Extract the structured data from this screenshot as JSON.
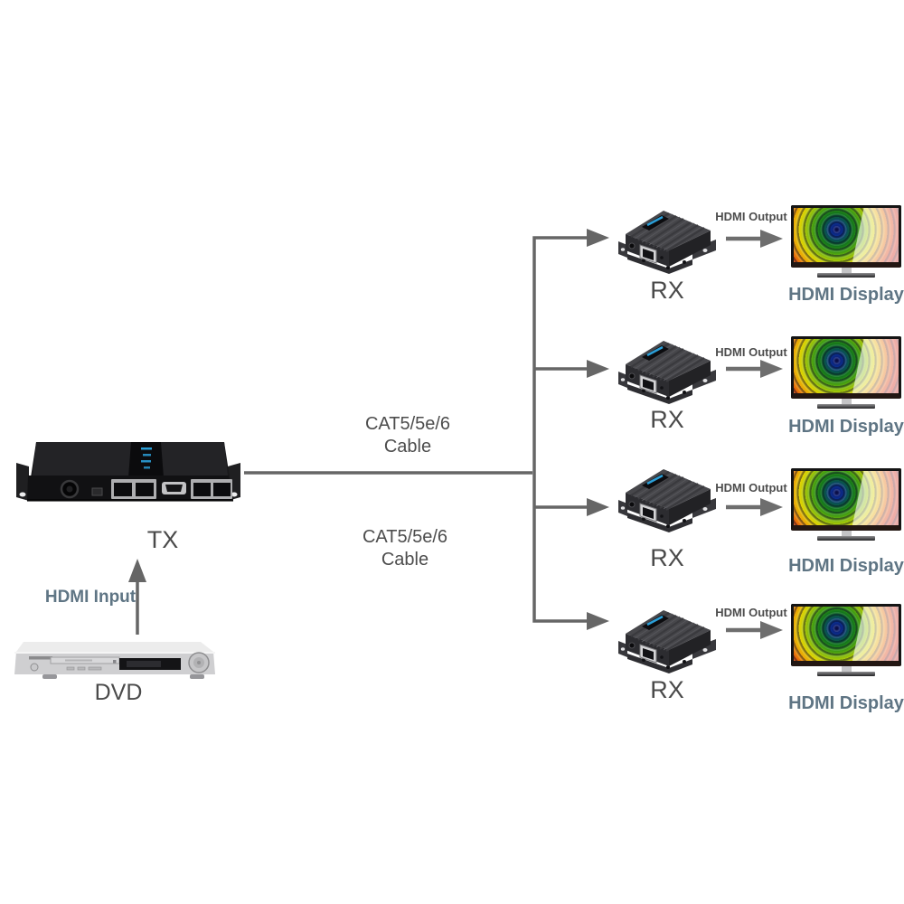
{
  "colors": {
    "connector_line": "#666666",
    "label_dark": "#4a4a4a",
    "label_slate": "#5f7584",
    "logo_blue": "#2b9fd8"
  },
  "source": {
    "device_label": "DVD",
    "connection_label": "HDMI Input"
  },
  "transmitter": {
    "label": "TX"
  },
  "cable_labels": [
    {
      "line1": "CAT5/5e/6",
      "line2": "Cable"
    },
    {
      "line1": "CAT5/5e/6",
      "line2": "Cable"
    }
  ],
  "receivers": [
    {
      "label": "RX",
      "output_label": "HDMI Output",
      "display_label": "HDMI Display"
    },
    {
      "label": "RX",
      "output_label": "HDMI Output",
      "display_label": "HDMI Display"
    },
    {
      "label": "RX",
      "output_label": "HDMI Output",
      "display_label": "HDMI Display"
    },
    {
      "label": "RX",
      "output_label": "HDMI Output",
      "display_label": "HDMI Display"
    }
  ]
}
